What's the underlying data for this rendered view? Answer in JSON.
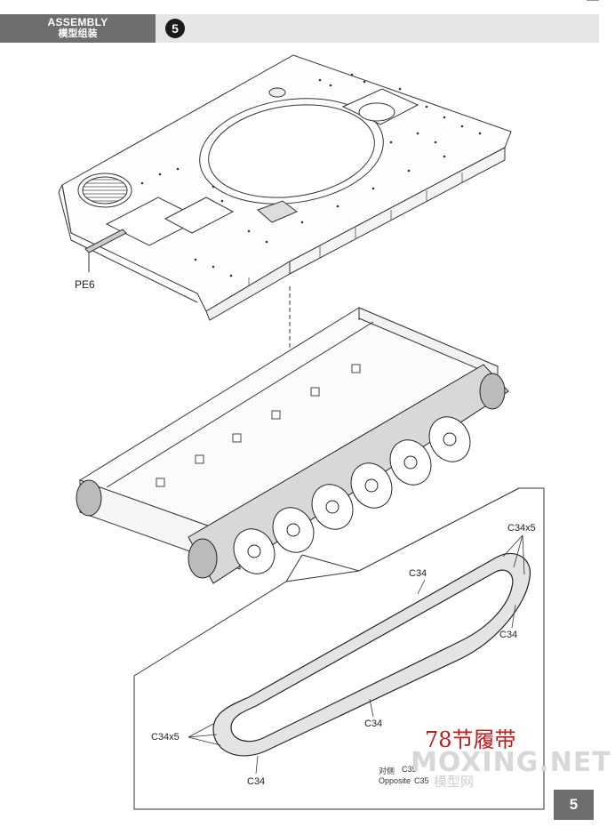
{
  "header": {
    "assembly_en": "ASSEMBLY",
    "assembly_zh": "模型组装",
    "step_number": "5"
  },
  "parts": {
    "pe6": "PE6",
    "c34_top": "C34",
    "c34x5_top": "C34x5",
    "c34_right": "C34",
    "c34_mid": "C34",
    "c34x5_left": "C34x5",
    "c34_bottom": "C34",
    "opposite_zh": "对侧",
    "c35_a": "C35",
    "opposite_en": "Opposite",
    "c35_b": "C35"
  },
  "watermark": {
    "track_links_zh": "78节履带",
    "site": "MOXING.NET",
    "site_zh": "模型网"
  },
  "page_number": "5"
}
